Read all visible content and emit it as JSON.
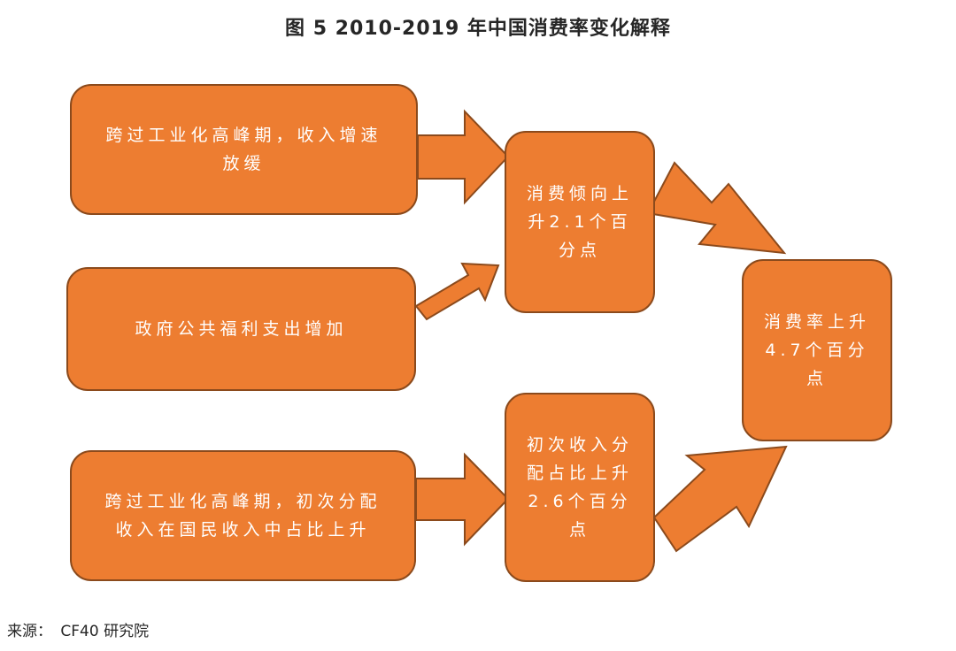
{
  "title": "图 5 2010-2019 年中国消费率变化解释",
  "colors": {
    "box_fill": "#ED7D31",
    "box_border": "#8B4A1C",
    "text": "#FFFFFF"
  },
  "boxes": {
    "cause1": "跨过工业化高峰期，收入增速放缓",
    "cause2": "政府公共福利支出增加",
    "cause3": "跨过工业化高峰期，初次分配收入在国民收入中占比上升",
    "mid1": "消费倾向上升2.1个百分点",
    "mid2": "初次收入分配占比上升2.6个百分点",
    "result": "消费率上升4.7个百分点"
  },
  "source": {
    "label": "来源：",
    "value": "CF40 研究院"
  }
}
